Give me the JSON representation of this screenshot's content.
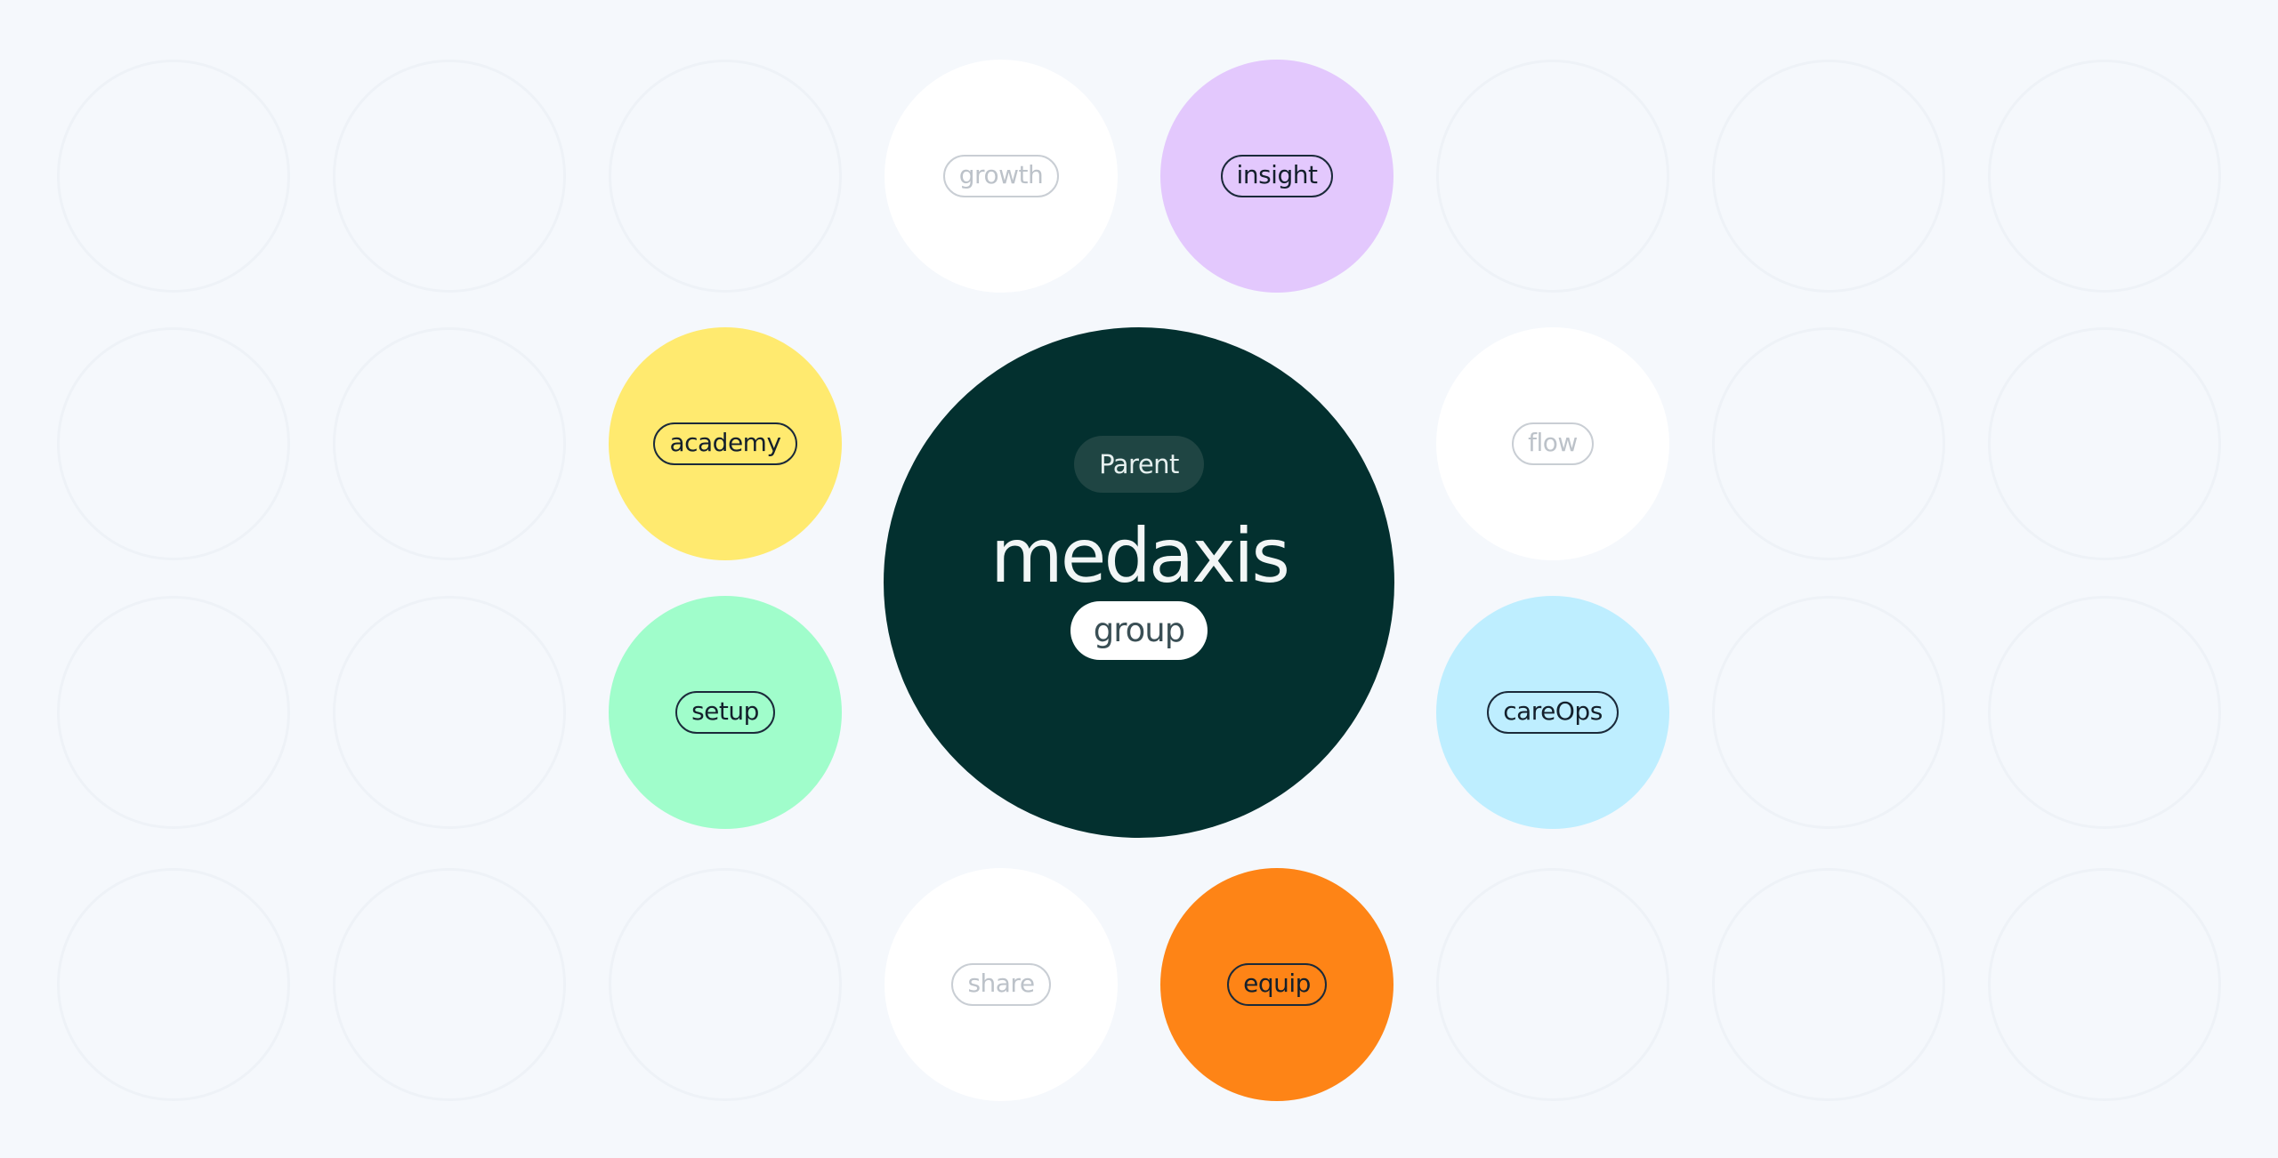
{
  "parent": {
    "tag": "Parent",
    "name": "medaxis",
    "group_label": "group",
    "colors": {
      "circle": "#03302f",
      "tag_bg": "#1f4543",
      "tag_text": "#e6f0ef",
      "name_text": "#f2f6f6",
      "group_bg": "#ffffff",
      "group_text": "#3a4f55"
    }
  },
  "products": [
    {
      "label": "growth",
      "active": false,
      "color": "#ffffff"
    },
    {
      "label": "insight",
      "active": true,
      "color": "#e3c8fd"
    },
    {
      "label": "academy",
      "active": true,
      "color": "#ffea6f"
    },
    {
      "label": "flow",
      "active": false,
      "color": "#ffffff"
    },
    {
      "label": "setup",
      "active": true,
      "color": "#a0fdcb"
    },
    {
      "label": "careOps",
      "active": true,
      "color": "#beeeff"
    },
    {
      "label": "share",
      "active": false,
      "color": "#ffffff"
    },
    {
      "label": "equip",
      "active": true,
      "color": "#fe8416"
    }
  ]
}
